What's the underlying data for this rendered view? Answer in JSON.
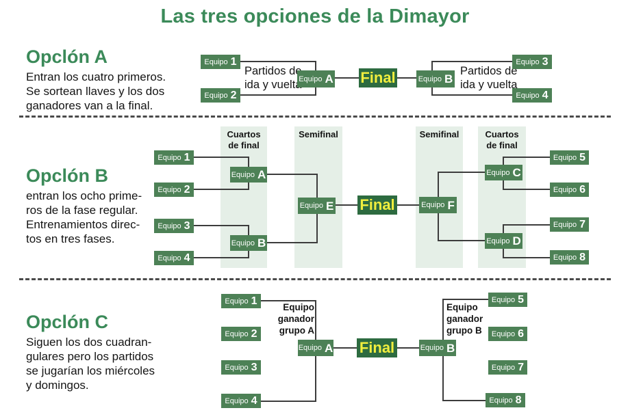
{
  "title": "Las tres opciones de la Dimayor",
  "labels": {
    "equipo": "Equipo",
    "final": "Final"
  },
  "colors": {
    "accent_green": "#3b8a59",
    "team_box_green": "#4d8156",
    "final_box_green": "#2d6b40",
    "final_text_yellow": "#f1ee3e",
    "phase_band_green": "#e5efe7",
    "line_gray": "#3c3c3c"
  },
  "optionA": {
    "heading": "Opclón A",
    "description": "Entran los cuatro primeros.\nSe sortean llaves y los dos\nganadores van a la final.",
    "left_note": "Partidos de\nida y vuelta",
    "right_note": "Partidos de\nida y vuelta",
    "teams": {
      "t1": "1",
      "t2": "2",
      "t3": "3",
      "t4": "4",
      "wa": "A",
      "wb": "B"
    }
  },
  "optionB": {
    "heading": "Opclón B",
    "description": "entran los ocho prime-\nros de la fase regular.\nEntrenamientos direc-\ntos en tres fases.",
    "columns": [
      "Cuartos\nde final",
      "Semifinal",
      "Semifinal",
      "Cuartos\nde final"
    ],
    "teams": {
      "t1": "1",
      "t2": "2",
      "t3": "3",
      "t4": "4",
      "qa": "A",
      "qb": "B",
      "se": "E",
      "sf": "F",
      "qc": "C",
      "qd": "D",
      "t5": "5",
      "t6": "6",
      "t7": "7",
      "t8": "8"
    }
  },
  "optionC": {
    "heading": "Opclón C",
    "description": "Siguen los dos cuadran-\ngulares pero los partidos\nse jugarían los miércoles\ny domingos.",
    "winner_note_a": "Equipo\nganador\ngrupo A",
    "winner_note_b": "Equipo\nganador\ngrupo B",
    "teams": {
      "t1": "1",
      "t2": "2",
      "t3": "3",
      "t4": "4",
      "ga": "A",
      "gb": "B",
      "t5": "5",
      "t6": "6",
      "t7": "7",
      "t8": "8"
    }
  }
}
